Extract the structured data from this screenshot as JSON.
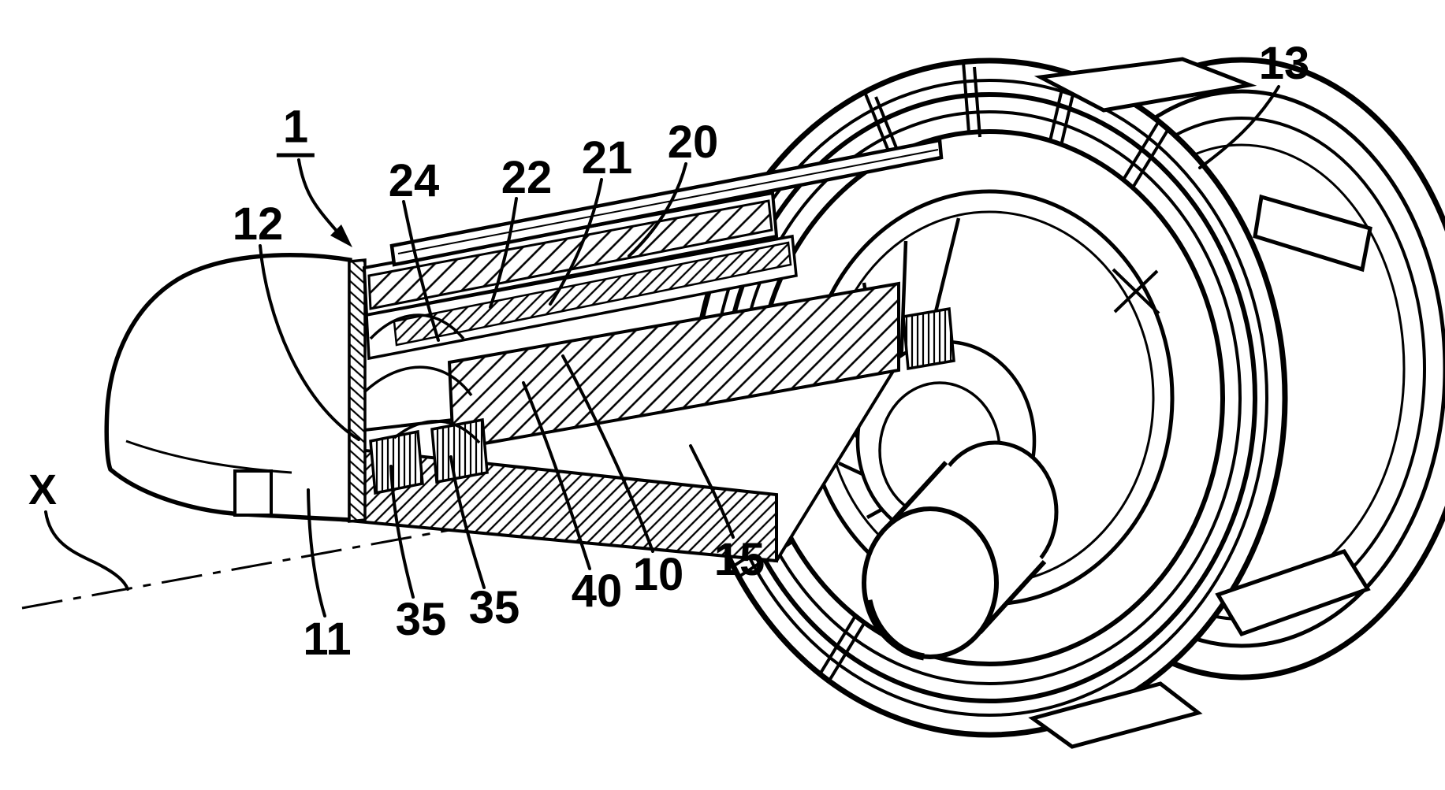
{
  "figure": {
    "kind": "patent-style technical line drawing",
    "description": "Isometric cutaway view of a turbomachine fan rotor assembly: spinner dome and sectioned hub with hatched shaft parts at left, bladed fan wheel with rear ring at right, all centered on axis X",
    "stroke_color": "#000000",
    "background_color": "#ffffff"
  },
  "axis": {
    "label": "X"
  },
  "labels": [
    {
      "id": "1",
      "text": "1",
      "underlined": true
    },
    {
      "id": "12",
      "text": "12"
    },
    {
      "id": "24",
      "text": "24"
    },
    {
      "id": "22",
      "text": "22"
    },
    {
      "id": "21",
      "text": "21"
    },
    {
      "id": "20",
      "text": "20"
    },
    {
      "id": "13",
      "text": "13"
    },
    {
      "id": "X",
      "text": "X"
    },
    {
      "id": "11",
      "text": "11"
    },
    {
      "id": "35a",
      "text": "35"
    },
    {
      "id": "35b",
      "text": "35"
    },
    {
      "id": "40",
      "text": "40"
    },
    {
      "id": "10",
      "text": "10"
    },
    {
      "id": "15",
      "text": "15"
    }
  ]
}
